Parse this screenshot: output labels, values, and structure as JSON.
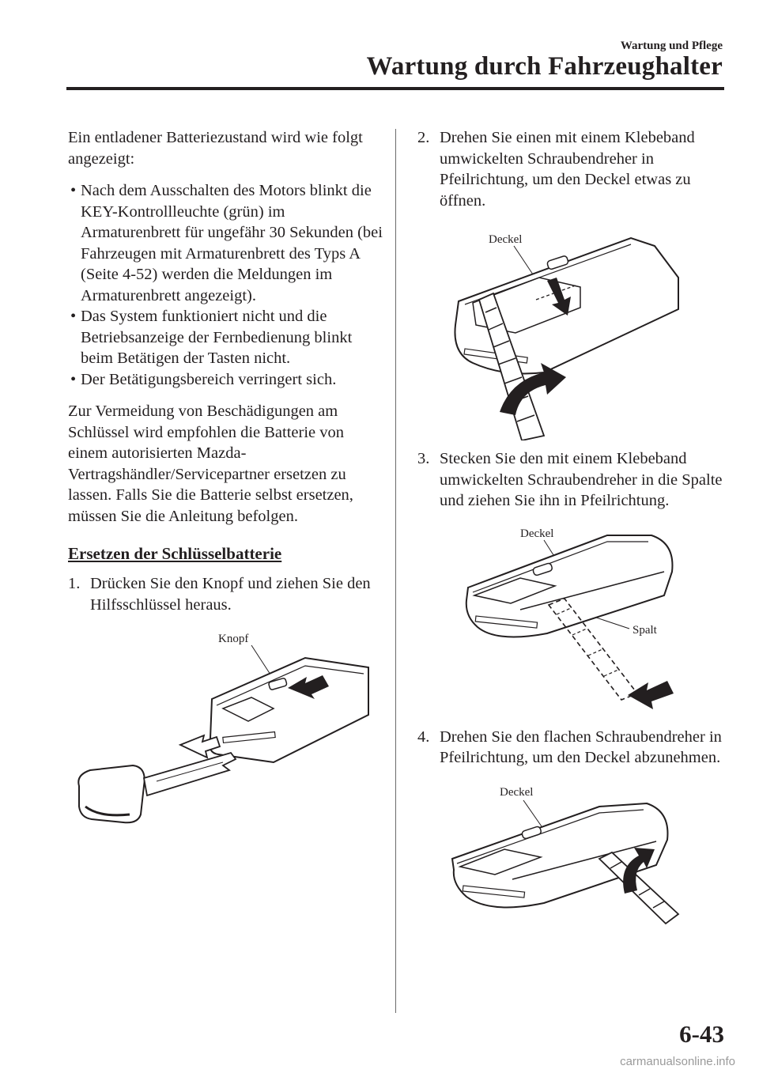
{
  "header": {
    "section": "Wartung und Pflege",
    "title": "Wartung durch Fahrzeughalter"
  },
  "left": {
    "intro": "Ein entladener Batteriezustand wird wie folgt angezeigt:",
    "bullets": [
      "Nach dem Ausschalten des Motors blinkt die KEY-Kontrollleuchte (grün) im Armaturenbrett für ungefähr 30 Sekunden (bei Fahrzeugen mit Armaturenbrett des Typs A (Seite 4-52) werden die Meldungen im Armaturenbrett angezeigt).",
      "Das System funktioniert nicht und die Betriebsanzeige der Fernbedienung blinkt beim Betätigen der Tasten nicht.",
      "Der Betätigungsbereich verringert sich."
    ],
    "advice": "Zur Vermeidung von Beschädigungen am Schlüssel wird empfohlen die Batterie von einem autorisierten Mazda-Vertragshändler/Servicepartner ersetzen zu lassen. Falls Sie die Batterie selbst ersetzen, müssen Sie die Anleitung befolgen.",
    "heading": "Ersetzen der Schlüsselbatterie",
    "step1_num": "1.",
    "step1": "Drücken Sie den Knopf und ziehen Sie den Hilfsschlüssel heraus.",
    "fig1_label": "Knopf"
  },
  "right": {
    "step2_num": "2.",
    "step2": "Drehen Sie einen mit einem Klebeband umwickelten Schraubendreher in Pfeilrichtung, um den Deckel etwas zu öffnen.",
    "fig2_label": "Deckel",
    "step3_num": "3.",
    "step3": "Stecken Sie den mit einem Klebeband umwickelten Schraubendreher in die Spalte und ziehen Sie ihn in Pfeilrichtung.",
    "fig3_label_a": "Deckel",
    "fig3_label_b": "Spalt",
    "step4_num": "4.",
    "step4": "Drehen Sie den flachen Schraubendreher in Pfeilrichtung, um den Deckel abzunehmen.",
    "fig4_label": "Deckel"
  },
  "page_number": "6-43",
  "footer": "carmanualsonline.info"
}
